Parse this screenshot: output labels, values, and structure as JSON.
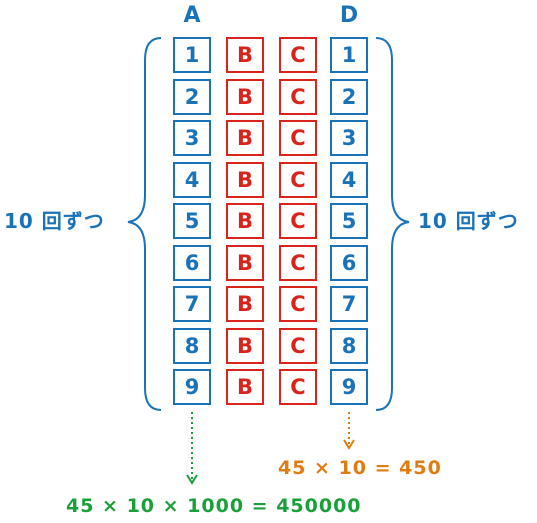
{
  "headers": {
    "a": "A",
    "d": "D"
  },
  "columns": {
    "a": [
      "1",
      "2",
      "3",
      "4",
      "5",
      "6",
      "7",
      "8",
      "9"
    ],
    "b": [
      "B",
      "B",
      "B",
      "B",
      "B",
      "B",
      "B",
      "B",
      "B"
    ],
    "c": [
      "C",
      "C",
      "C",
      "C",
      "C",
      "C",
      "C",
      "C",
      "C"
    ],
    "d": [
      "1",
      "2",
      "3",
      "4",
      "5",
      "6",
      "7",
      "8",
      "9"
    ]
  },
  "side_labels": {
    "left": "10 回ずつ",
    "right": "10 回ずつ"
  },
  "formulas": {
    "d": "45 × 10 = 450",
    "a": "45 × 10 × 1000 = 450000"
  },
  "colors": {
    "blue": "#1a73b8",
    "red": "#d9241c",
    "green": "#19a03a",
    "orange": "#e07d10"
  }
}
